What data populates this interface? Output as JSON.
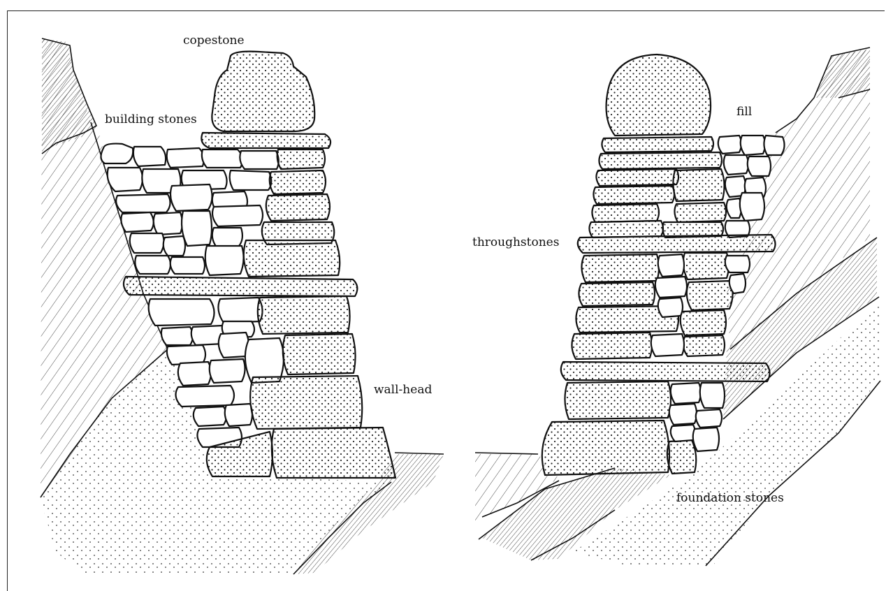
{
  "labels": {
    "copestone": "copestone",
    "building_stones": "building stones",
    "wall_head": "wall-head",
    "fill": "fill",
    "throughstones": "throughstones",
    "foundation_stones": "foundation stones"
  },
  "colors": {
    "ink": "#111111",
    "paper": "#ffffff"
  }
}
